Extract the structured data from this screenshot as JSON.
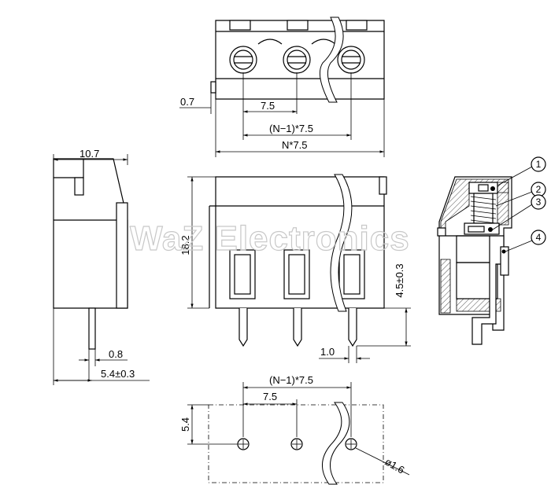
{
  "watermark": "WaZ Electronics",
  "top_view": {
    "dim_pin_offset": "0.7",
    "dim_pitch": "7.5",
    "dim_n_minus_1": "(N−1)*7.5",
    "dim_total": "N*7.5"
  },
  "side_view": {
    "dim_width": "10.7",
    "dim_pin_thickness": "0.8",
    "dim_pin_offset": "5.4±0.3"
  },
  "front_view": {
    "dim_height": "18.2",
    "dim_pin_length": "4.5±0.3",
    "dim_pin_width": "1.0"
  },
  "section_view": {
    "callouts": [
      "1",
      "2",
      "3",
      "4"
    ]
  },
  "pcb_layout": {
    "dim_n_minus_1": "(N−1)*7.5",
    "dim_pitch": "7.5",
    "dim_row_offset": "5.4",
    "dim_hole": "ø1.6"
  }
}
